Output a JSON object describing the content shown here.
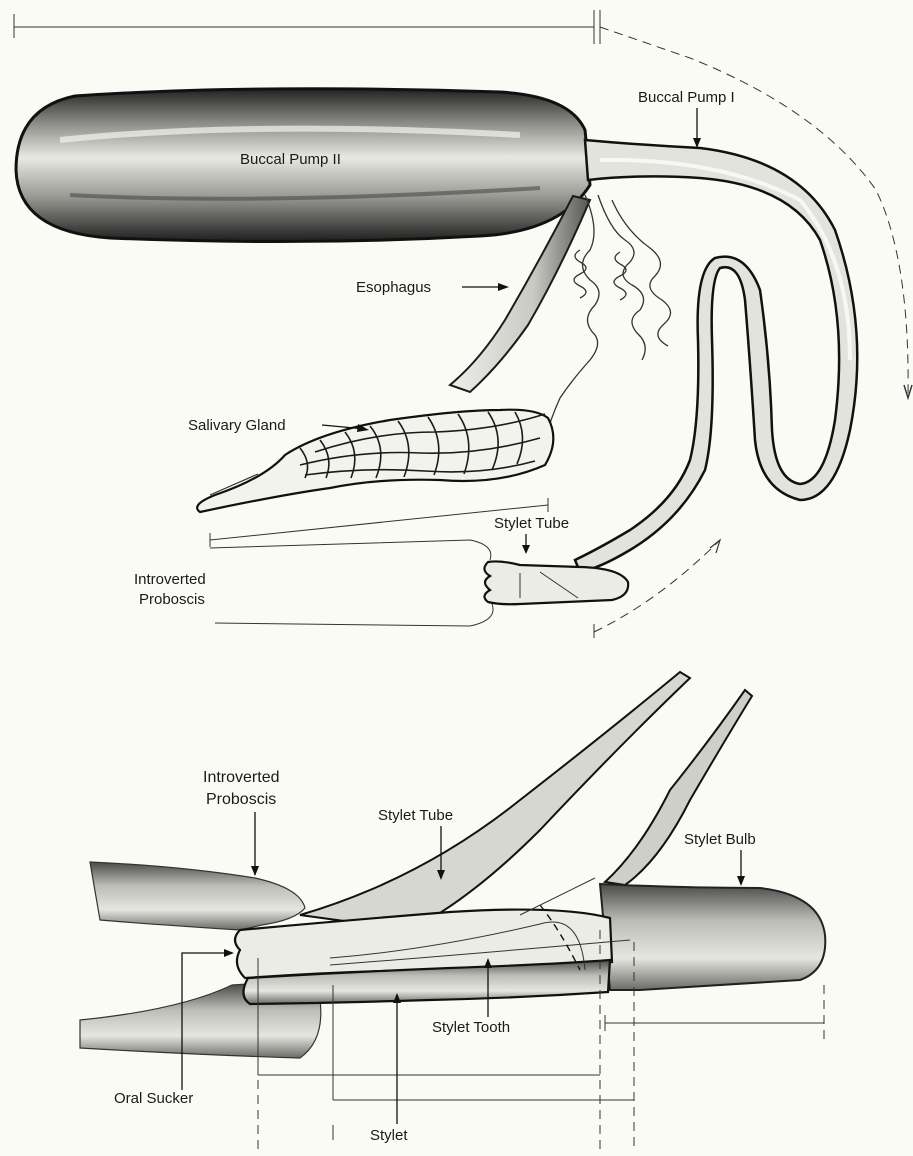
{
  "upper_figure": {
    "labels": {
      "buccal_pump_1": "Buccal Pump I",
      "buccal_pump_2": "Buccal Pump II",
      "esophagus": "Esophagus",
      "salivary_gland": "Salivary Gland",
      "stylet_tube": "Stylet Tube",
      "introverted_proboscis_line1": "Introverted",
      "introverted_proboscis_line2": "Proboscis"
    }
  },
  "lower_figure": {
    "labels": {
      "introverted_proboscis_line1": "Introverted",
      "introverted_proboscis_line2": "Proboscis",
      "stylet_tube": "Stylet Tube",
      "stylet_bulb": "Stylet Bulb",
      "stylet_tooth": "Stylet Tooth",
      "oral_sucker": "Oral Sucker",
      "stylet": "Stylet"
    }
  },
  "colors": {
    "ink": "#1b1b1b",
    "paper": "#fbfbf6",
    "shade": "#6e6e6a"
  }
}
